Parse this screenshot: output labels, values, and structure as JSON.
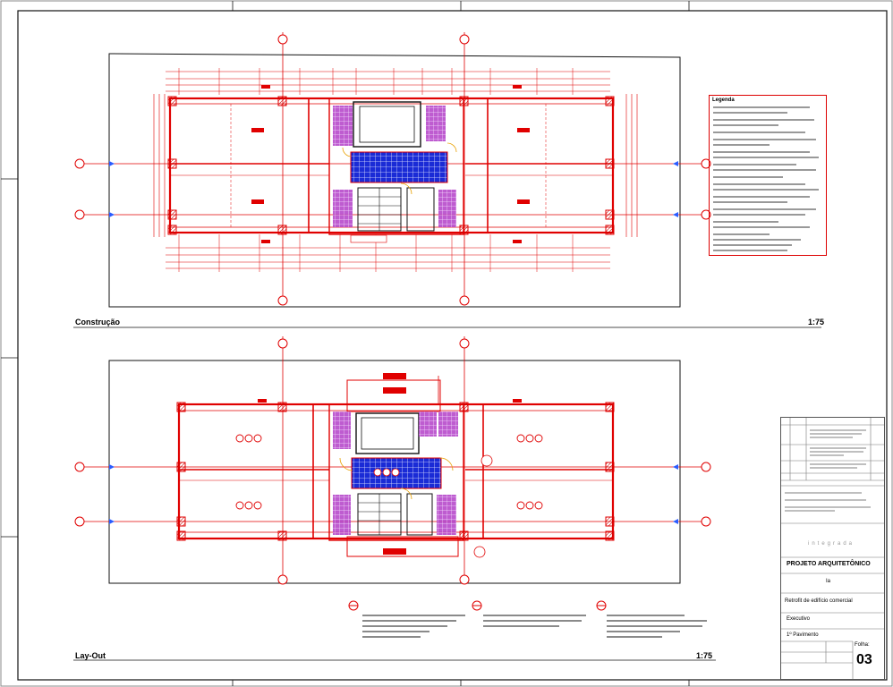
{
  "sheet": {
    "plan_top_title": "Construção",
    "plan_top_scale": "1:75",
    "plan_bottom_title": "Lay-Out",
    "plan_bottom_scale": "1:75",
    "legend_title": "Legenda"
  },
  "titleblock": {
    "company": "integrada",
    "discipline": "PROJETO ARQUITETÔNICO",
    "client": "Ia",
    "project": "Retrofit de edifício comercial",
    "phase": "Executivo",
    "drawing": "1º Pavimento",
    "sheet_label": "Folha:",
    "sheet_number": "03"
  },
  "colors": {
    "line_red": "#e00000",
    "tile_blue": "#1a2bd6",
    "wet_purple": "#b23fc8",
    "axis_blue": "#2a5cff",
    "frame": "#111111"
  },
  "icons": [
    "grid-axis-bubble-icon",
    "section-arrow-icon",
    "door-swing-icon",
    "furniture-symbol-icon"
  ]
}
